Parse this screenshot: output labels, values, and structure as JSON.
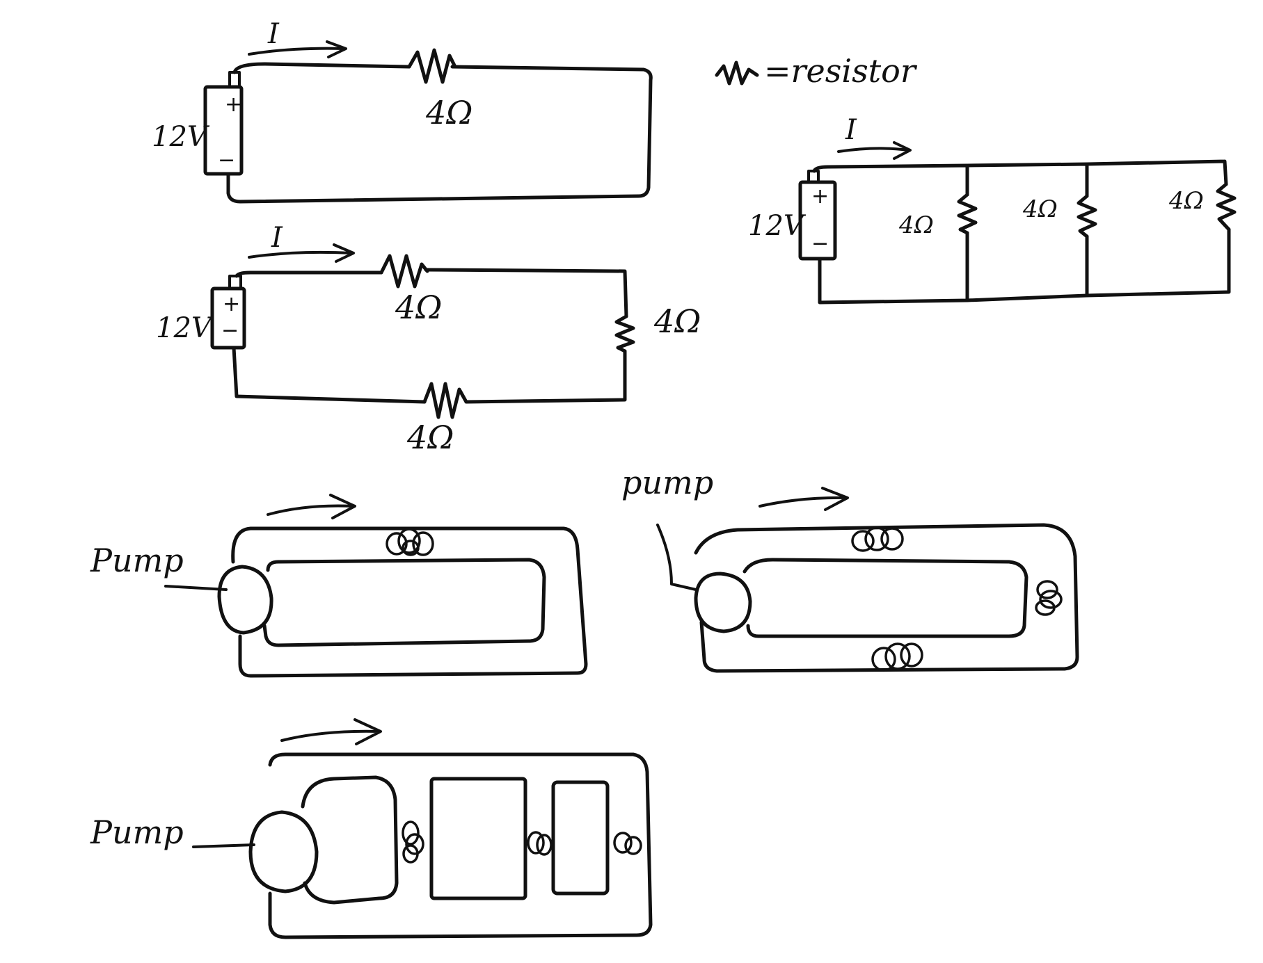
{
  "legend": {
    "text": "=resistor"
  },
  "series_circuit_1": {
    "current": "I",
    "voltage": "12V",
    "plus": "+",
    "minus": "−",
    "r1": "4Ω"
  },
  "series_circuit_3": {
    "current": "I",
    "voltage": "12V",
    "plus": "+",
    "minus": "−",
    "r_top": "4Ω",
    "r_right": "4Ω",
    "r_bottom": "4Ω"
  },
  "parallel_circuit": {
    "current": "I",
    "voltage": "12V",
    "plus": "+",
    "minus": "−",
    "r1": "4Ω",
    "r2": "4Ω",
    "r3": "4Ω"
  },
  "pump_loop_1": {
    "label": "Pump"
  },
  "pump_loop_2": {
    "label": "pump"
  },
  "pump_loop_3": {
    "label": "Pump"
  }
}
